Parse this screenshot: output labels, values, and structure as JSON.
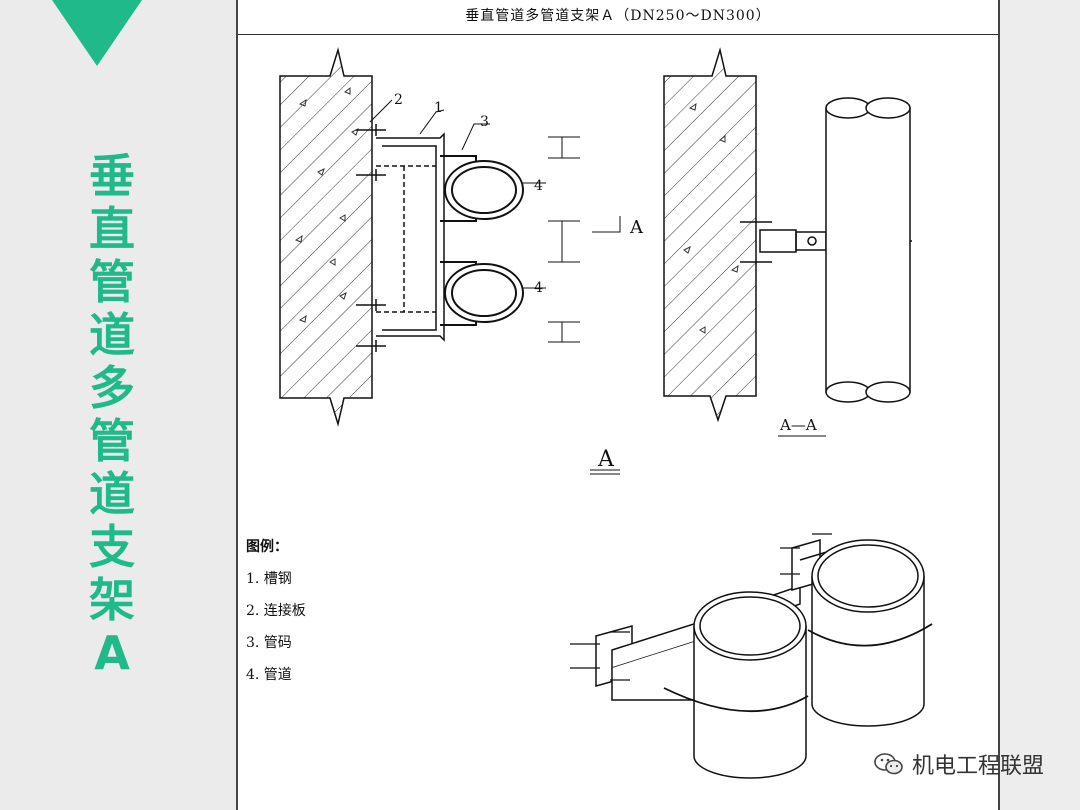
{
  "slide": {
    "vertical_title": "垂直管道多管道支架A"
  },
  "sheet": {
    "title": "垂直管道多管道支架Ａ（DN250～DN300）"
  },
  "drawing": {
    "callouts": [
      "1",
      "2",
      "3",
      "4",
      "4"
    ],
    "section_marker": "A",
    "section_label": "A—A",
    "view_label": "A"
  },
  "legend": {
    "title": "图例：",
    "items": [
      "1. 槽钢",
      "2. 连接板",
      "3. 管码",
      "4. 管道"
    ]
  },
  "watermark": {
    "text": "机电工程联盟",
    "icon": "wechat-icon"
  },
  "colors": {
    "accent": "#1fb98a"
  }
}
